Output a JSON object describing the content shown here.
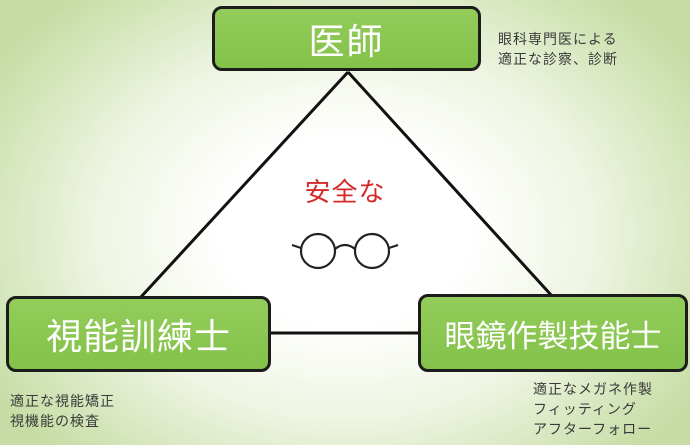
{
  "nodes": {
    "doctor": "医師",
    "orthoptist": "視能訓練士",
    "optician": "眼鏡作製技能士"
  },
  "notes": {
    "doctor": [
      "眼科専門医による",
      "適正な診察、診断"
    ],
    "orthoptist": [
      "適正な視能矯正",
      "視機能の検査"
    ],
    "optician": [
      "適正なメガネ作製",
      "フィッティング",
      "アフターフォロー"
    ]
  },
  "center": {
    "title": "安全な",
    "icon": "glasses-icon"
  },
  "colors": {
    "node_fill": "#88c550",
    "node_border": "#1c1c1c",
    "center_text": "#d32a2a",
    "background_edge": "#c6dca4"
  }
}
